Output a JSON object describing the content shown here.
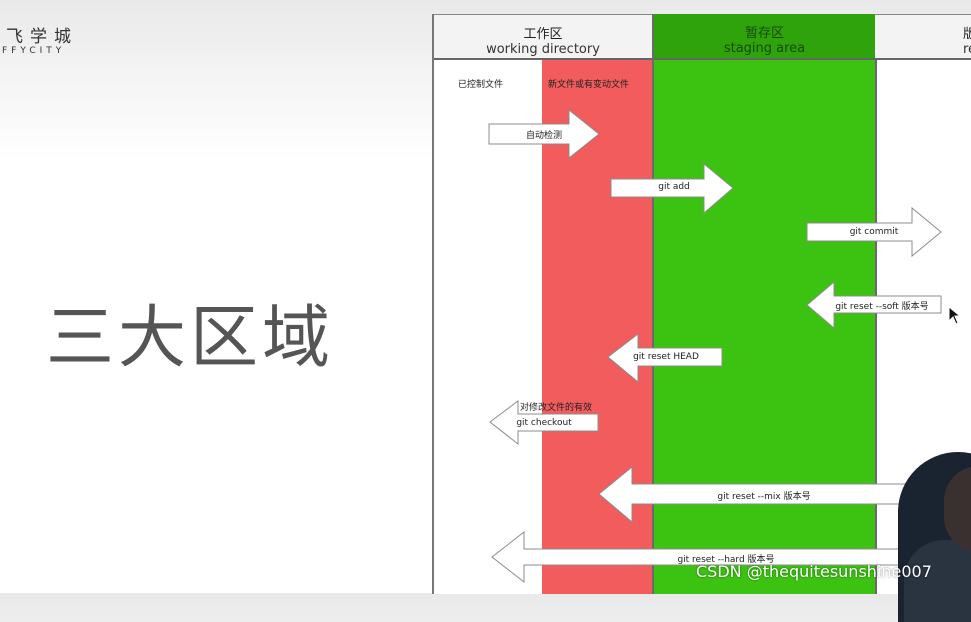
{
  "logo": {
    "cn": "飞学城",
    "en": "FFYCITY"
  },
  "slide_title": "三大区域",
  "columns": [
    {
      "cn": "工作区",
      "en": "working directory"
    },
    {
      "cn": "暂存区",
      "en": "staging area"
    },
    {
      "cn": "版",
      "en": "repo"
    }
  ],
  "sub_labels": {
    "tracked": "已控制文件",
    "new_or_modified": "新文件或有变动文件"
  },
  "arrows": {
    "auto_detect": "自动检测",
    "git_add": "git add",
    "git_commit": "git commit",
    "reset_soft": "git reset --soft 版本号",
    "reset_head": "git reset HEAD",
    "checkout": "git checkout",
    "reset_mix": "git reset --mix 版本号",
    "reset_hard": "git reset --hard 版本号"
  },
  "notes": {
    "checkout_note": "对修改文件的有效"
  },
  "watermark": "CSDN @thequitesunshine007",
  "colors": {
    "red_area": "#f25c5c",
    "green_area": "#3cc311",
    "header_green": "#2ea30b"
  }
}
